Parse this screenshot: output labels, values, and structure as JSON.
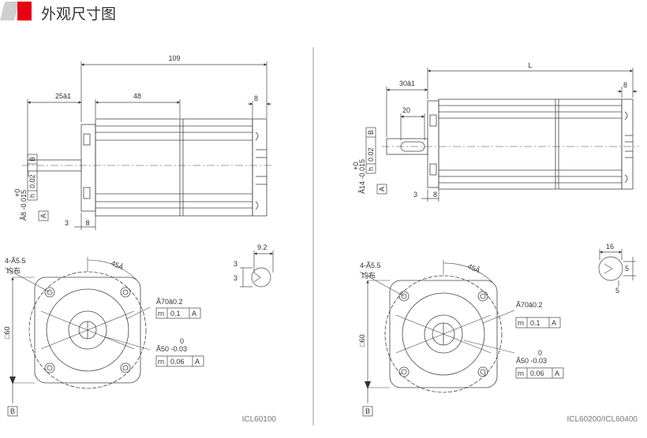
{
  "header": {
    "title": "外观尺寸图",
    "accent_color": "#e60012",
    "gray_color": "#cfcfcf"
  },
  "left": {
    "dim_total": "109",
    "dim_shaft": "25â1",
    "dim_body": "48",
    "dim_end": "8",
    "dim_flange_a": "3",
    "dim_flange_b": "8",
    "shaft_tol_plus": "+0",
    "shaft_tol": "Ã8 -0.015",
    "shaft_fcf_sym": "h",
    "shaft_fcf_val": "0.02",
    "shaft_fcf_ref": "B",
    "shaft_datum": "A",
    "key_w": "9.2",
    "key_h1": "3",
    "key_h2": "3",
    "holes": "4-Ã5.5",
    "holes_sub": "均布",
    "angle": "45Â",
    "pcd": "Ã70â0.2",
    "pcd_sym": "rn",
    "pcd_val": "0.1",
    "pcd_ref": "A",
    "pilot_tol_plus": "0",
    "pilot": "Ã50 -0.03",
    "pilot_sym": "rn",
    "pilot_val": "0.06",
    "pilot_ref": "A",
    "square": "□60",
    "datum_b": "B",
    "model": "ICL60100"
  },
  "right": {
    "dim_total": "L",
    "dim_shaft": "30â1",
    "dim_key": "20",
    "dim_end": "8",
    "dim_flange_a": "3",
    "dim_flange_b": "8",
    "shaft_tol_plus": "+0",
    "shaft_tol": "Ã14 -0.015",
    "shaft_fcf_sym": "h",
    "shaft_fcf_val": "0.02",
    "shaft_fcf_ref": "B",
    "shaft_datum": "A",
    "key_w": "16",
    "key_h1": "5",
    "key_h2": "5",
    "holes": "4-Ã5.5",
    "holes_sub": "均布",
    "angle": "45Â",
    "pcd": "Ã70â0.2",
    "pcd_sym": "rn",
    "pcd_val": "0.1",
    "pcd_ref": "A",
    "pilot_tol_plus": "0",
    "pilot": "Ã50 -0.03",
    "pilot_sym": "rn",
    "pilot_val": "0.06",
    "pilot_ref": "A",
    "square": "□60",
    "datum_b": "B",
    "model": "ICL60200/ICL60400"
  }
}
